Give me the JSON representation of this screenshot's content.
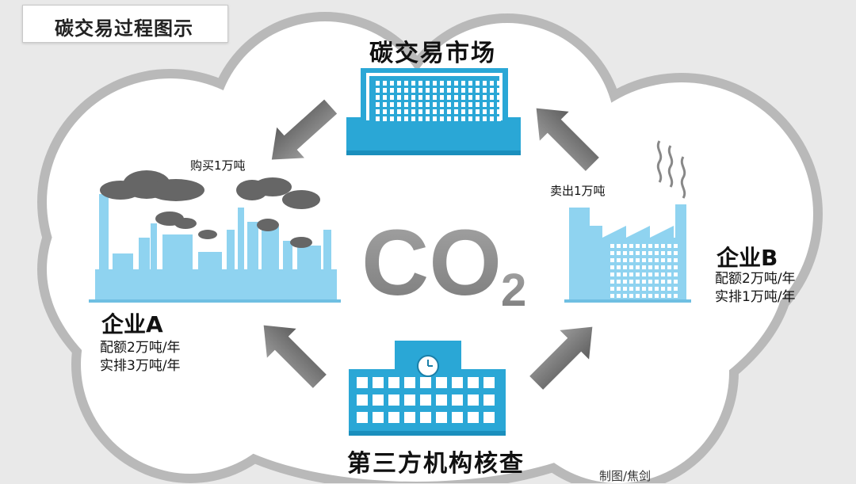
{
  "title": "碳交易过程图示",
  "market": {
    "label": "碳交易市场",
    "icon": "market-building-icon"
  },
  "verifier": {
    "label": "第三方机构核查",
    "icon": "verification-institution-building-icon"
  },
  "center": {
    "symbol": "CO",
    "subscript": "2"
  },
  "company_a": {
    "name": "企业A",
    "lines": [
      "配额2万吨/年",
      "实排3万吨/年"
    ],
    "icon": "heavy-polluting-factory-icon"
  },
  "company_b": {
    "name": "企业B",
    "lines": [
      "配额2万吨/年",
      "实排1万吨/年"
    ],
    "icon": "low-emission-factory-icon"
  },
  "flows": {
    "buy": "购买1万吨",
    "sell": "卖出1万吨"
  },
  "credit": "制图/焦剑",
  "colors": {
    "building_blue": "#2aa7d6",
    "factory_blue": "#8fd3f0",
    "arrow_grey": "#7a7a7a",
    "cloud_border": "#bdbdbd",
    "smoke_grey": "#666666",
    "co2_grey": "#8c8c8c"
  }
}
